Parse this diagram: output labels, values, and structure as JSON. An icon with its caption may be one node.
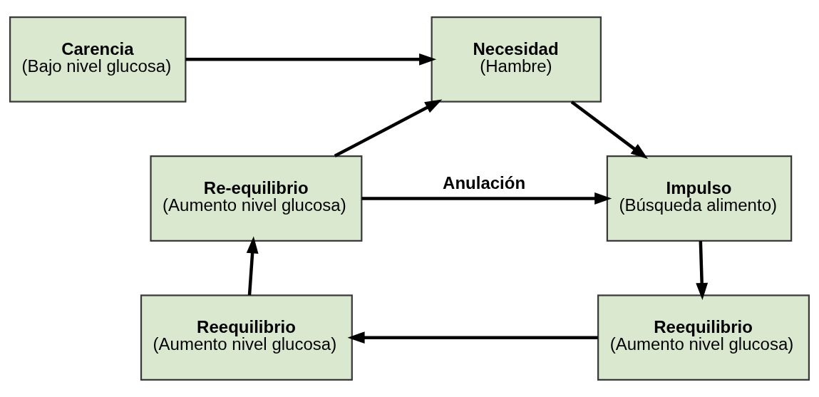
{
  "diagram": {
    "nodes": [
      {
        "text": [
          "Carencia",
          "(Bajo nivel glucosa)"
        ]
      },
      {
        "text": [
          "Necesidad",
          "(Hambre)"
        ]
      },
      {
        "text": [
          "Re-equilibrio",
          "(Aumento nivel glucosa)"
        ]
      },
      {
        "text": [
          "Impulso",
          "(Búsqueda alimento)"
        ]
      },
      {
        "text": [
          "Reequilibrio",
          "(Aumento nivel glucosa)"
        ]
      },
      {
        "text": [
          "Reequilibrio",
          "(Aumento nivel glucosa)"
        ]
      }
    ],
    "edges": [
      {
        "from": 0,
        "to": 1,
        "arrow": "to"
      },
      {
        "from": 2,
        "to": 1,
        "arrow": "to"
      },
      {
        "from": 1,
        "to": 3,
        "arrow": "to"
      },
      {
        "from": 2,
        "to": 3,
        "arrow": "to",
        "label": "Anulación"
      },
      {
        "from": 3,
        "to": 5,
        "arrow": "to"
      },
      {
        "from": 5,
        "to": 4,
        "arrow": "to"
      },
      {
        "from": 4,
        "to": 2,
        "arrow": "to"
      }
    ]
  }
}
